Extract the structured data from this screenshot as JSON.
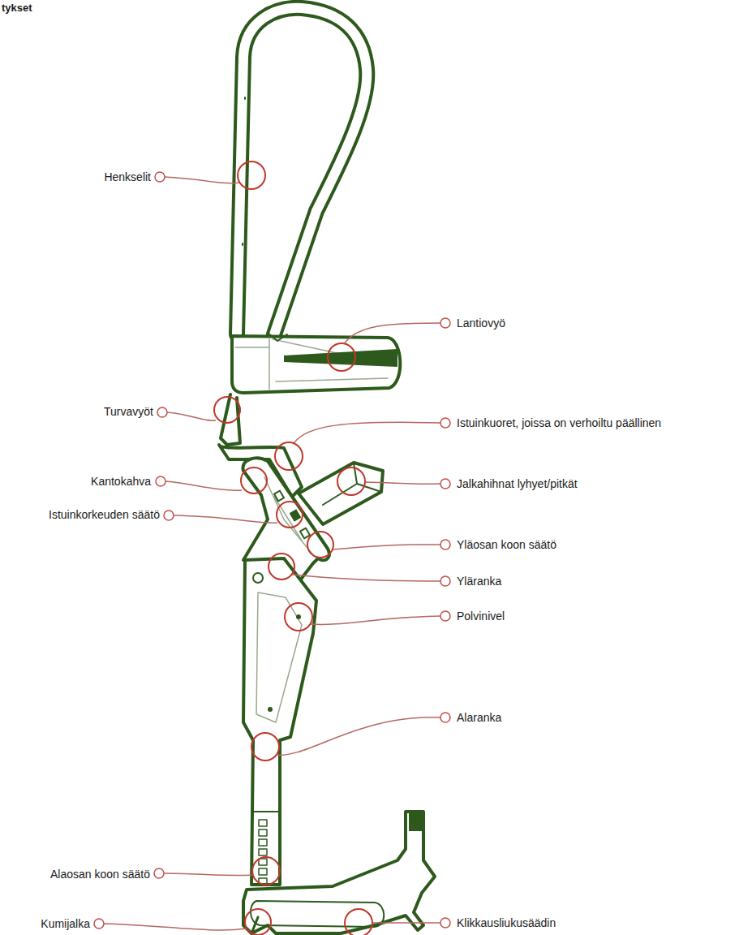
{
  "diagram": {
    "labels": [
      "tykset",
      "Henkselit",
      "Lantiovyö",
      "Turvavyöt",
      "Istuinkuoret, joissa on verhoiltu päällinen",
      "Kantokahva",
      "Jalkahihnat lyhyet/pitkät",
      "Istuinkorkeuden säätö",
      "Yläosan koon säätö",
      "Yläranka",
      "Polvinivel",
      "Alaranka",
      "Alaosan koon säätö",
      "Kumijalka",
      "Klikkausliukusäädin"
    ]
  }
}
